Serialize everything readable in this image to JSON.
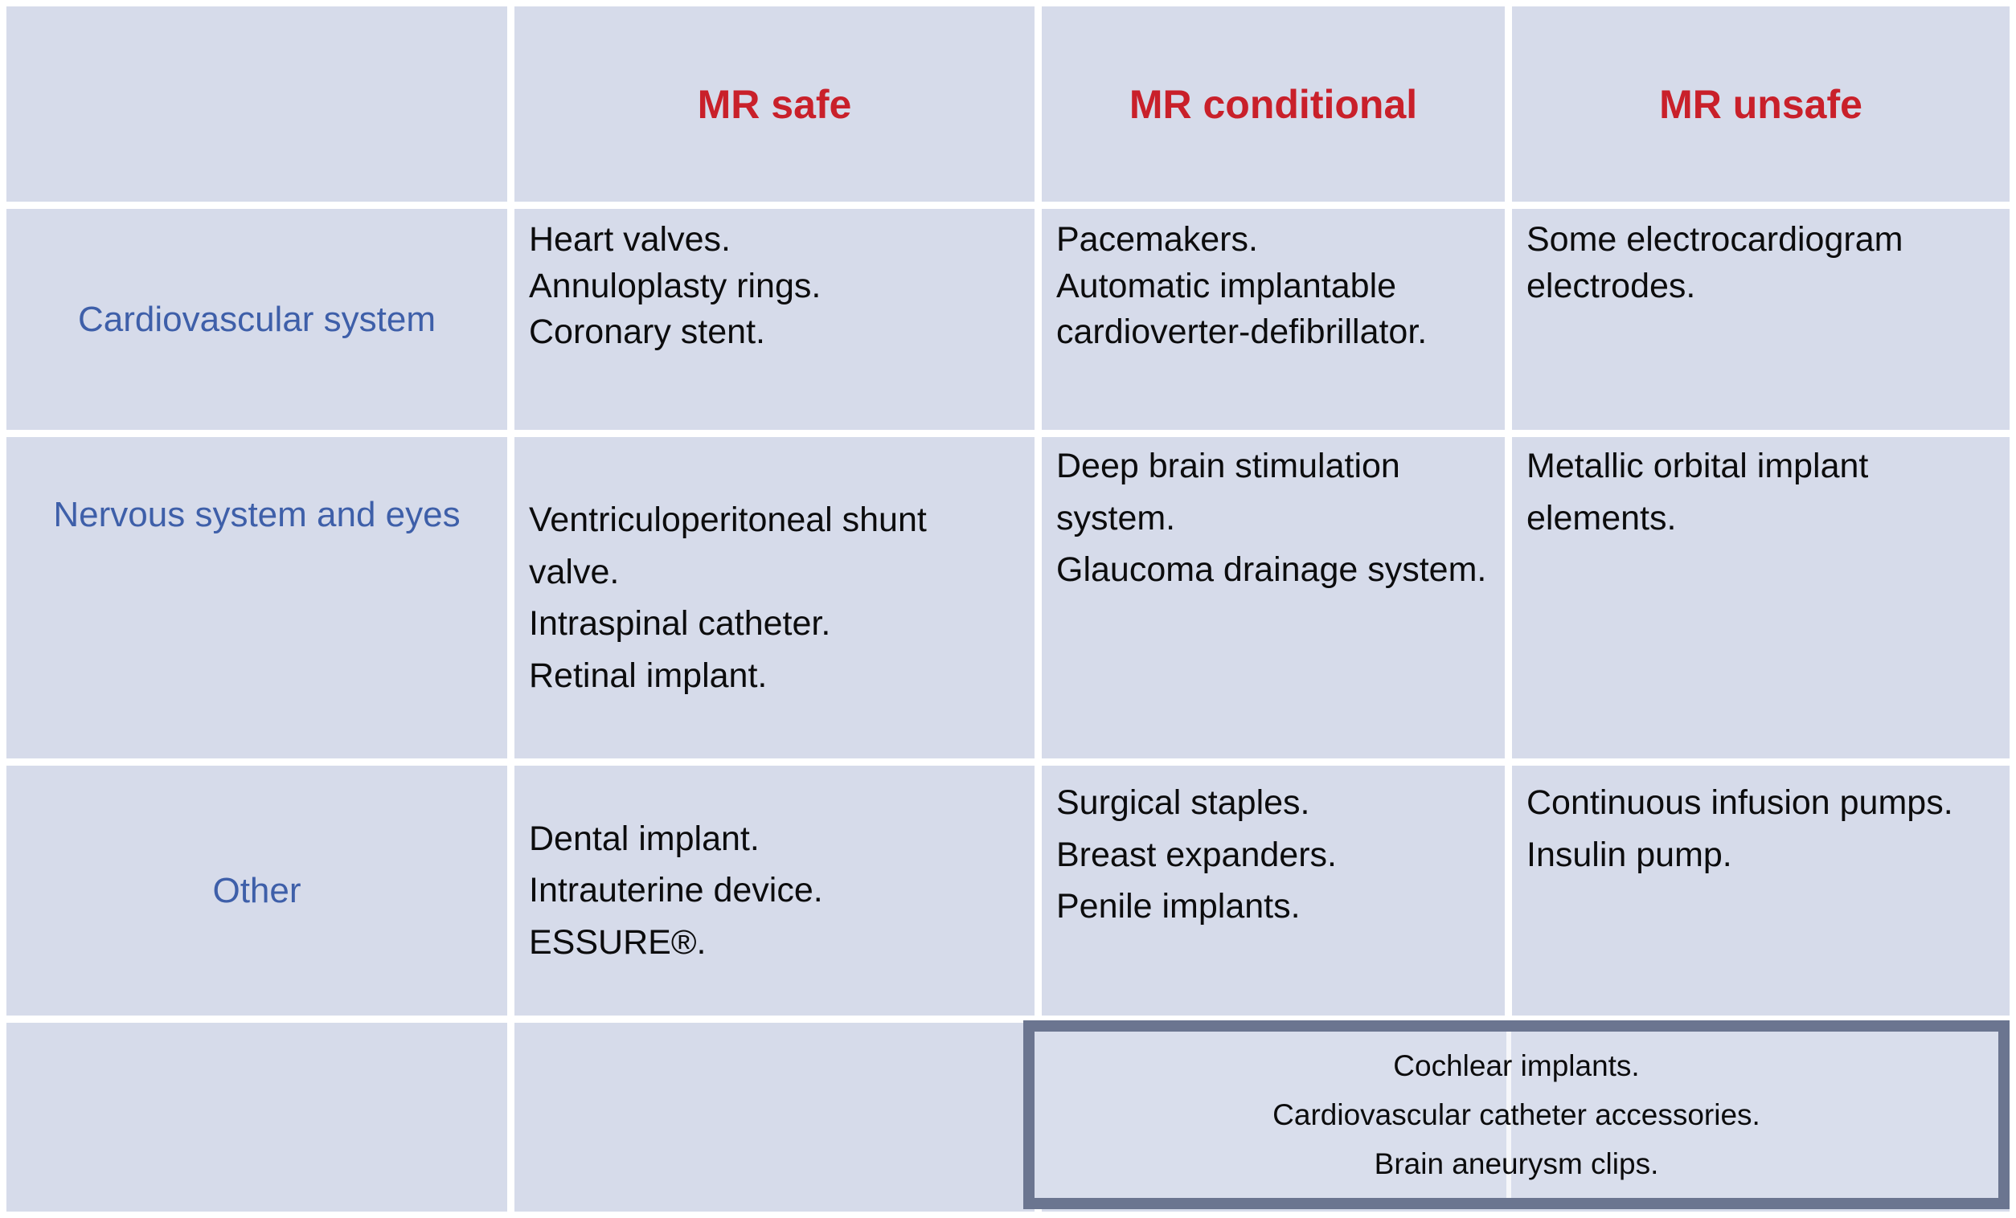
{
  "table": {
    "corner_label": "",
    "columns": [
      "MR safe",
      "MR conditional",
      "MR unsafe"
    ],
    "rows": [
      {
        "label": "Cardiovascular system",
        "mr_safe": [
          "Heart valves.",
          "Annuloplasty rings.",
          "Coronary stent."
        ],
        "mr_conditional": [
          "Pacemakers.",
          "Automatic implantable cardioverter-defibrillator."
        ],
        "mr_unsafe": [
          "Some electrocardiogram electrodes."
        ]
      },
      {
        "label": "Nervous system and eyes",
        "mr_safe": [
          "Ventriculoperitoneal shunt valve.",
          "Intraspinal catheter.",
          "Retinal implant."
        ],
        "mr_conditional": [
          "Deep brain stimulation system.",
          "Glaucoma drainage system."
        ],
        "mr_unsafe": [
          "Metallic orbital implant elements."
        ]
      },
      {
        "label": "Other",
        "mr_safe": [
          "Dental implant.",
          "Intrauterine device.",
          "ESSURE®."
        ],
        "mr_conditional": [
          "Surgical staples.",
          "Breast expanders.",
          "Penile implants."
        ],
        "mr_unsafe": [
          "Continuous infusion pumps.",
          "Insulin pump."
        ]
      }
    ],
    "footer_box_items": [
      "Cochlear implants.",
      "Cardiovascular catheter accessories.",
      "Brain aneurysm clips."
    ]
  },
  "colors": {
    "header_red": "#c9202a",
    "row_label_blue": "#3e5fa9",
    "cell_background": "#d6dbea",
    "gridline_white": "#ffffff",
    "footer_box_border": "#6b7590",
    "body_text": "#0c0c0d"
  }
}
